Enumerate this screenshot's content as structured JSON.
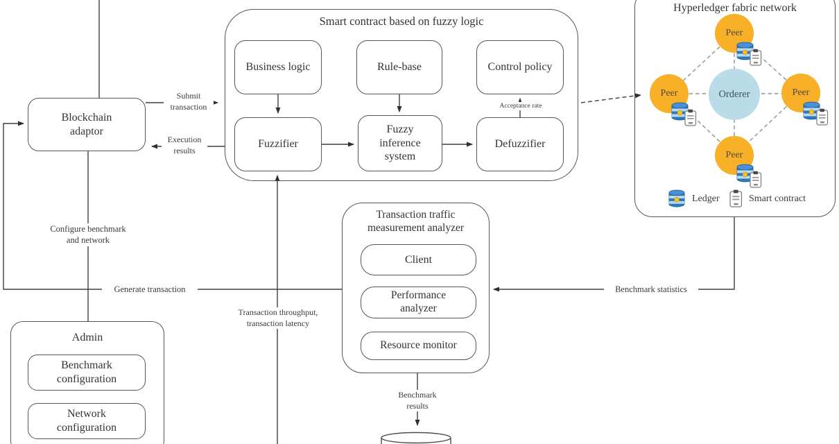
{
  "colors": {
    "peer_fill": "#F8B029",
    "orderer_fill": "#B9DCE8",
    "ledger_blue": "#2E79BD",
    "solid_line": "#3F3F3F",
    "dashed_line": "#909090",
    "border": "#555555"
  },
  "adaptor": {
    "label": "Blockchain adaptor"
  },
  "smart_contract": {
    "title": "Smart contract based on fuzzy logic",
    "business_logic": "Business logic",
    "rule_base": "Rule-base",
    "control_policy": "Control policy",
    "fuzzifier": "Fuzzifier",
    "fuzzy_inference_system": "Fuzzy inference system",
    "defuzzifier": "Defuzzifier"
  },
  "network": {
    "title": "Hyperledger fabric network",
    "peer_label": "Peer",
    "orderer_label": "Orderer",
    "legend_ledger": "Ledger",
    "legend_smart_contract": "Smart contract"
  },
  "analyzer": {
    "title": "Transaction traffic measurement analyzer",
    "client": "Client",
    "performance_analyzer": "Performance analyzer",
    "resource_monitor": "Resource monitor"
  },
  "admin": {
    "title": "Admin",
    "benchmark_configuration": "Benchmark configuration",
    "network_configuration": "Network configuration"
  },
  "edge_labels": {
    "submit_transaction": "Submit transaction",
    "execution_results": "Execution results",
    "acceptance_rate": "Acceptance rate",
    "configure_benchmark": "Configure benchmark and network",
    "generate_transaction": "Generate transaction",
    "transaction_throughput": "Transaction throughput, transaction latency",
    "benchmark_statistics": "Benchmark statistics",
    "benchmark_results": "Benchmark results"
  }
}
